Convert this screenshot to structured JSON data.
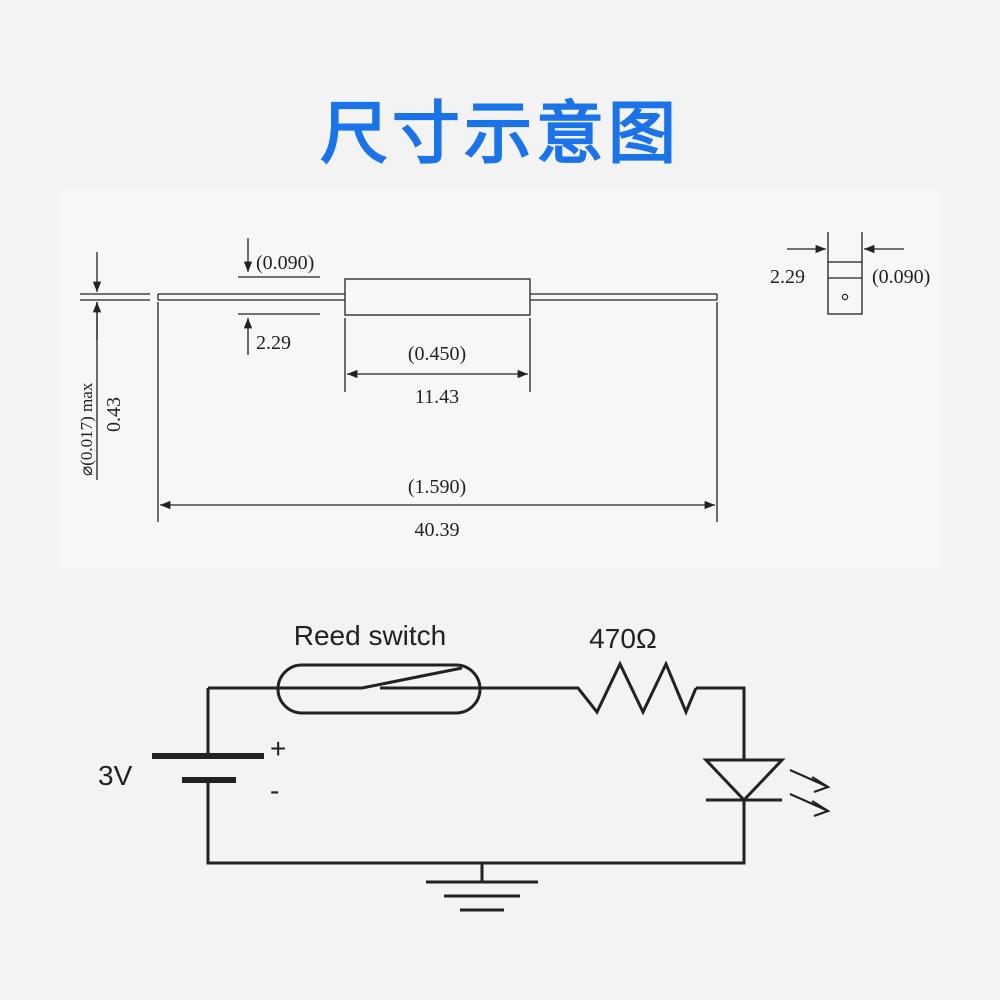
{
  "title": "尺寸示意图",
  "dimension_drawing": {
    "lead_thickness_in": "(0.090)",
    "lead_thickness_mm": "2.29",
    "body_length_in": "(0.450)",
    "body_length_mm": "11.43",
    "overall_length_in": "(1.590)",
    "overall_length_mm": "40.39",
    "diameter_in": "⌀(0.017) max",
    "diameter_mm": "0.43",
    "end_view_mm": "2.29",
    "end_view_in": "(0.090)"
  },
  "circuit": {
    "reed_switch_label": "Reed switch",
    "resistor_label": "470Ω",
    "battery_label": "3V",
    "plus_label": "+",
    "minus_label": "-"
  }
}
